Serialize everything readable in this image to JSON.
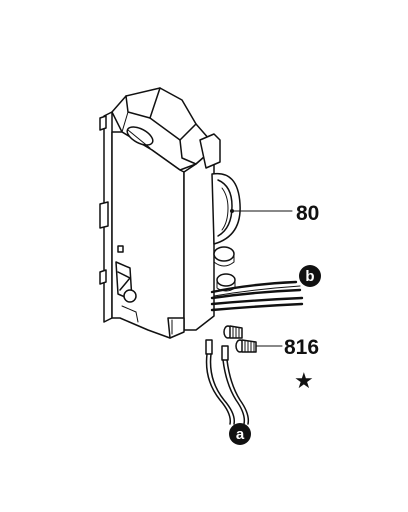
{
  "diagram": {
    "parts": [
      {
        "label": "80"
      },
      {
        "label": "816"
      }
    ],
    "callouts": [
      {
        "letter": "a"
      },
      {
        "letter": "b"
      }
    ],
    "marker": {
      "symbol": "★"
    }
  }
}
